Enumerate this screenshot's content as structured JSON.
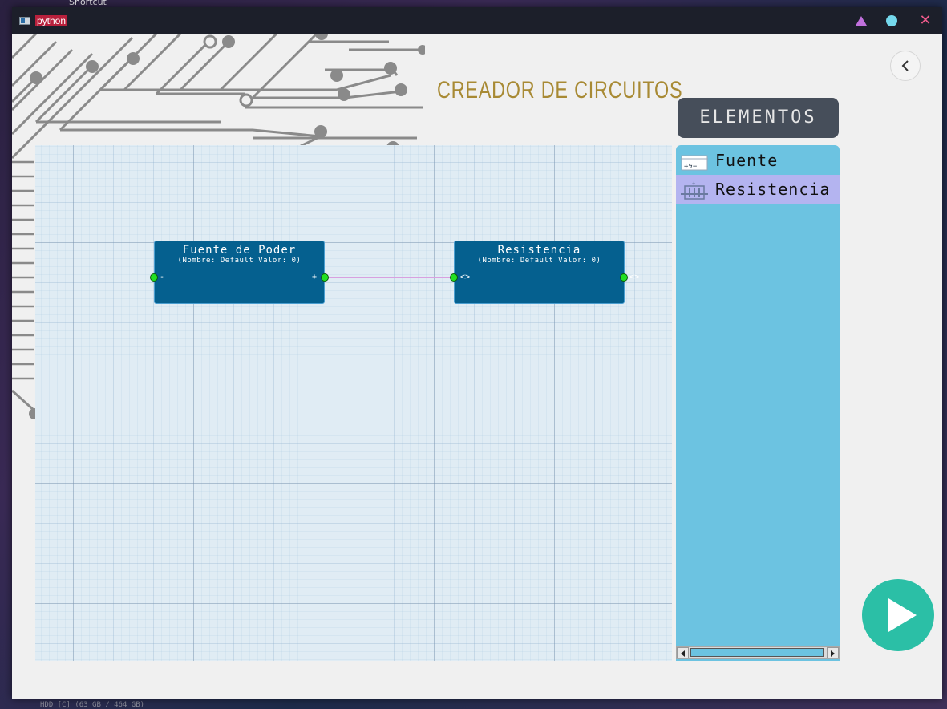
{
  "desktop": {
    "shortcut_label": "Shortcut",
    "bottom_text": "HDD [C] (63 GB / 464 GB)"
  },
  "window": {
    "title": "python"
  },
  "header": {
    "title": "CREADOR DE CIRCUITOS"
  },
  "elements_panel": {
    "title": "ELEMENTOS",
    "items": [
      {
        "label": "Fuente",
        "icon": "power-source-icon",
        "selected": false
      },
      {
        "label": "Resistencia",
        "icon": "resistor-icon",
        "selected": true
      }
    ]
  },
  "canvas": {
    "nodes": [
      {
        "title": "Fuente de Poder",
        "subtitle": "(Nombre: Default Valor: 0)",
        "port_in_label": "-",
        "port_out_label": "+"
      },
      {
        "title": "Resistencia",
        "subtitle": "(Nombre: Default Valor: 0)",
        "port_in_label": "<>",
        "port_out_label": "<>"
      }
    ]
  },
  "colors": {
    "title": "#a88a34",
    "node": "#05608f",
    "panel": "#6cc3e1",
    "selected_item": "#b4b4f0",
    "run_button": "#2bbfa6",
    "wire": "#d8a0e0"
  }
}
